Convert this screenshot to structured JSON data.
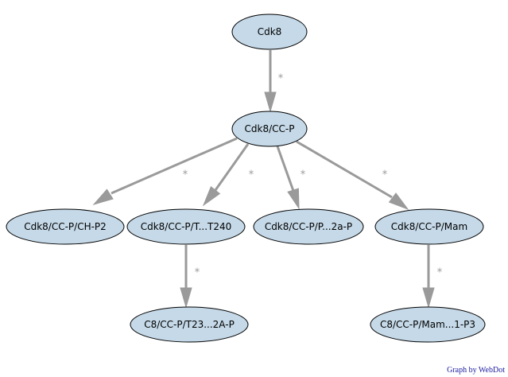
{
  "graph": {
    "nodes": [
      {
        "id": "n0",
        "label": "Cdk8"
      },
      {
        "id": "n1",
        "label": "Cdk8/CC-P"
      },
      {
        "id": "n2",
        "label": "Cdk8/CC-P/CH-P2"
      },
      {
        "id": "n3",
        "label": "Cdk8/CC-P/T...T240"
      },
      {
        "id": "n4",
        "label": "Cdk8/CC-P/P...2a-P"
      },
      {
        "id": "n5",
        "label": "Cdk8/CC-P/Mam"
      },
      {
        "id": "n6",
        "label": "C8/CC-P/T23...2A-P"
      },
      {
        "id": "n7",
        "label": "C8/CC-P/Mam...1-P3"
      }
    ],
    "edges": [
      {
        "from": "n0",
        "to": "n1",
        "label": "*"
      },
      {
        "from": "n1",
        "to": "n2",
        "label": "*"
      },
      {
        "from": "n1",
        "to": "n3",
        "label": "*"
      },
      {
        "from": "n1",
        "to": "n4",
        "label": "*"
      },
      {
        "from": "n1",
        "to": "n5",
        "label": "*"
      },
      {
        "from": "n3",
        "to": "n6",
        "label": "*"
      },
      {
        "from": "n5",
        "to": "n7",
        "label": "*"
      }
    ],
    "colors": {
      "node_fill": "#c5d9e8",
      "node_stroke": "#000000",
      "edge": "#9a9a9a",
      "credit": "#1a1aa0"
    }
  },
  "footer": {
    "credit": "Graph by WebDot"
  }
}
